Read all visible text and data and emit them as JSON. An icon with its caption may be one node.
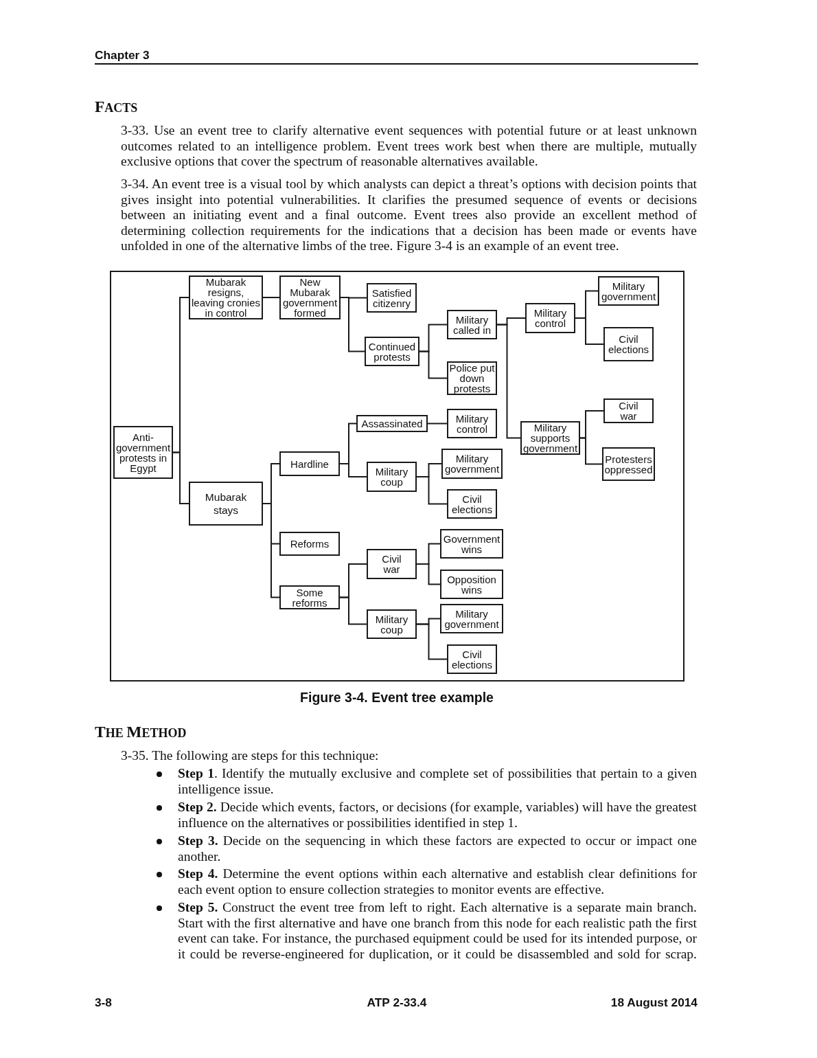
{
  "diagram": {
    "caption": "Figure 3-4. Event tree example",
    "nodes": [
      {
        "text": [
          "Anti-government protests in Egypt"
        ]
      },
      {
        "text": [
          "Mubarak resigns, leaving cronies in control"
        ]
      },
      {
        "text": [
          "New Mubarak government formed"
        ]
      },
      {
        "text": [
          "Satisfied citizenry"
        ]
      },
      {
        "text": [
          "Continued protests"
        ]
      },
      {
        "text": [
          "Military called in"
        ]
      },
      {
        "text": [
          "Police put down protests"
        ]
      },
      {
        "text": [
          "Military control"
        ]
      },
      {
        "text": [
          "Military government"
        ]
      },
      {
        "text": [
          "Civil elections"
        ]
      },
      {
        "text": [
          "Military supports government"
        ]
      },
      {
        "text": [
          "Civil war"
        ]
      },
      {
        "text": [
          "Protesters oppressed"
        ]
      },
      {
        "text": [
          "Mubarak stays"
        ]
      },
      {
        "text": [
          "Hardline"
        ]
      },
      {
        "text": [
          "Assassinated"
        ]
      },
      {
        "text": [
          "Military control"
        ]
      },
      {
        "text": [
          "Military coup"
        ]
      },
      {
        "text": [
          "Military government"
        ]
      },
      {
        "text": [
          "Civil elections"
        ]
      },
      {
        "text": [
          "Reforms"
        ]
      },
      {
        "text": [
          "Some reforms"
        ]
      },
      {
        "text": [
          "Civil war"
        ]
      },
      {
        "text": [
          "Government wins"
        ]
      },
      {
        "text": [
          "Opposition wins"
        ]
      },
      {
        "text": [
          "Military coup"
        ]
      },
      {
        "text": [
          "Military government"
        ]
      },
      {
        "text": [
          "Civil elections"
        ]
      }
    ],
    "edges": [
      {
        "from": 0,
        "to": 1,
        "arrow": "none"
      },
      {
        "from": 0,
        "to": 13,
        "arrow": "none"
      },
      {
        "from": 1,
        "to": 2,
        "arrow": "none"
      },
      {
        "from": 2,
        "to": 3,
        "arrow": "none"
      },
      {
        "from": 2,
        "to": 4,
        "arrow": "none"
      },
      {
        "from": 4,
        "to": 5,
        "arrow": "none"
      },
      {
        "from": 4,
        "to": 6,
        "arrow": "none"
      },
      {
        "from": 5,
        "to": 7,
        "arrow": "none"
      },
      {
        "from": 5,
        "to": 10,
        "arrow": "none"
      },
      {
        "from": 7,
        "to": 8,
        "arrow": "none"
      },
      {
        "from": 7,
        "to": 9,
        "arrow": "none"
      },
      {
        "from": 10,
        "to": 11,
        "arrow": "none"
      },
      {
        "from": 10,
        "to": 12,
        "arrow": "none"
      },
      {
        "from": 13,
        "to": 14,
        "arrow": "none"
      },
      {
        "from": 13,
        "to": 20,
        "arrow": "none"
      },
      {
        "from": 13,
        "to": 21,
        "arrow": "none"
      },
      {
        "from": 14,
        "to": 15,
        "arrow": "none"
      },
      {
        "from": 14,
        "to": 17,
        "arrow": "none"
      },
      {
        "from": 15,
        "to": 16,
        "arrow": "none"
      },
      {
        "from": 17,
        "to": 18,
        "arrow": "none"
      },
      {
        "from": 17,
        "to": 19,
        "arrow": "none"
      },
      {
        "from": 21,
        "to": 22,
        "arrow": "none"
      },
      {
        "from": 21,
        "to": 25,
        "arrow": "none"
      },
      {
        "from": 22,
        "to": 23,
        "arrow": "none"
      },
      {
        "from": 22,
        "to": 24,
        "arrow": "none"
      },
      {
        "from": 25,
        "to": 26,
        "arrow": "none"
      },
      {
        "from": 25,
        "to": 27,
        "arrow": "none"
      }
    ],
    "labels": [
      "Chapter 3",
      "FACTS",
      "3-33. Use an event tree to clarify alternative event sequences with potential future or at least unknown outcomes related to an intelligence problem. Event trees work best when there are multiple, mutually exclusive options that cover the spectrum of reasonable alternatives available.",
      "3-34. An event tree is a visual tool by which analysts can depict a threat’s options with decision points that gives insight into potential vulnerabilities. It clarifies the presumed sequence of events or decisions between an initiating event and a final outcome. Event trees also provide an excellent method of determining collection requirements for the indications that a decision has been made or events have unfolded in one of the alternative limbs of the tree. Figure 3-4 is an example of an event tree.",
      "THE METHOD",
      "3-35. The following are steps for this technique:",
      "**Step 1**. Identify the mutually exclusive and complete set of possibilities that pertain to a given intelligence issue.",
      "**Step 2.** Decide which events, factors, or decisions (for example, variables) will have the greatest influence on the alternatives or possibilities identified in step 1.",
      "**Step 3.** Decide on the sequencing in which these factors are expected to occur or impact one another.",
      "**Step 4.** Determine the event options within each alternative and establish clear definitions for each event option to ensure collection strategies to monitor events are effective.",
      "**Step 5.** Construct the event tree from left to right. Each alternative is a separate main branch. Start with the first alternative and have one branch from this node for each realistic path the first event can take. For instance, the purchased equipment could be used for its intended purpose, or it could be reverse-engineered for duplication, or it could be disassembled and sold for scrap.",
      "3-8",
      "ATP 2-33.4",
      "18 August 2014"
    ]
  }
}
